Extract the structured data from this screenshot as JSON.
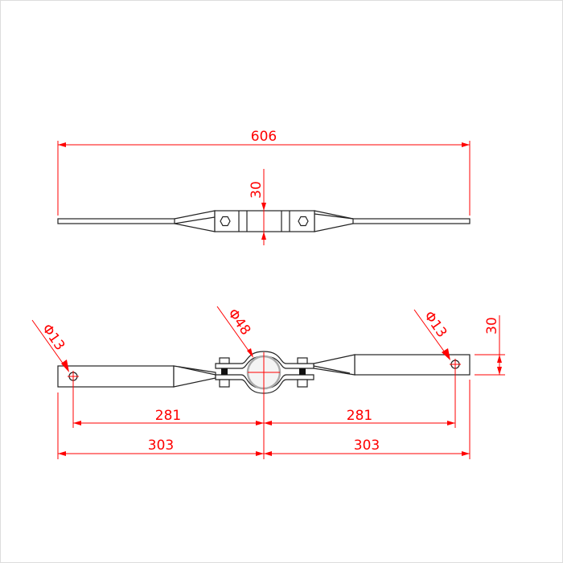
{
  "drawing": {
    "top_view": {
      "overall_length": "606",
      "height": "30"
    },
    "front_view": {
      "hole_left": "Φ13",
      "pipe_diameter": "Φ48",
      "hole_right": "Φ13",
      "bar_width": "30",
      "hole_to_center_left": "281",
      "hole_to_center_right": "281",
      "end_to_center_left": "303",
      "end_to_center_right": "303"
    },
    "colors": {
      "outline": "#222222",
      "dimension": "#ff0000"
    }
  }
}
